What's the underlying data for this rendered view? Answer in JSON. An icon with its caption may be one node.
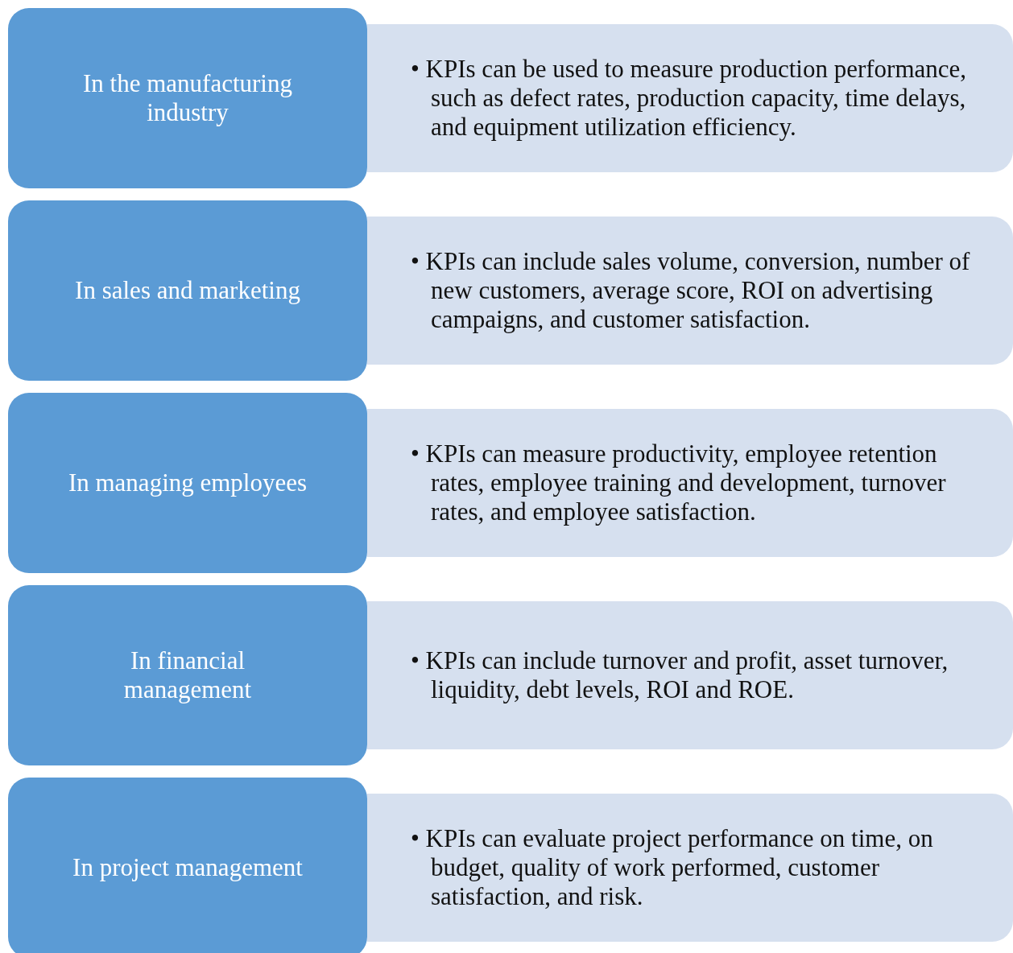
{
  "diagram": {
    "nodes": [
      {
        "text": [
          "In the manufacturing industry"
        ]
      },
      {
        "text": [
          "• KPIs can be used to measure production performance, such as defect rates, production capacity, time delays, and equipment utilization efficiency."
        ]
      },
      {
        "text": [
          "In sales and marketing"
        ]
      },
      {
        "text": [
          "• KPIs can include sales volume, conversion, number of new customers, average score, ROI on advertising campaigns, and customer satisfaction."
        ]
      },
      {
        "text": [
          "In managing employees"
        ]
      },
      {
        "text": [
          "• KPIs can measure productivity, employee retention rates, employee training and development, turnover rates, and employee satisfaction."
        ]
      },
      {
        "text": [
          "In financial management"
        ]
      },
      {
        "text": [
          "• KPIs can include turnover and profit, asset turnover, liquidity, debt levels, ROI and ROE."
        ]
      },
      {
        "text": [
          "In project management"
        ]
      },
      {
        "text": [
          "• KPIs can evaluate project performance on time, on budget, quality of work performed, customer satisfaction, and risk."
        ]
      }
    ]
  }
}
